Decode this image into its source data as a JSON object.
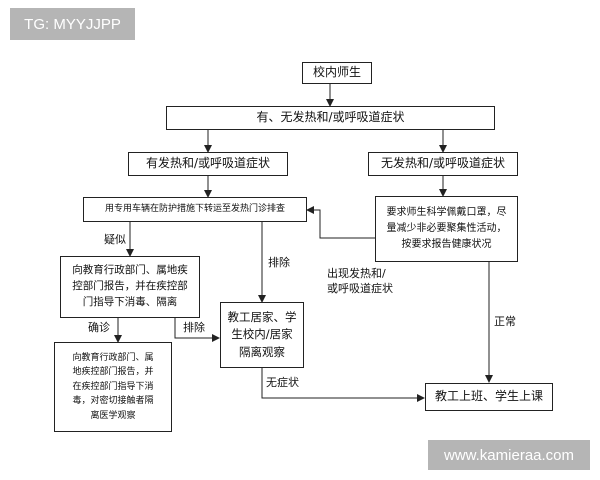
{
  "watermarks": {
    "top_left": "TG: MYYJJPP",
    "bottom_right": "www.kamieraa.com"
  },
  "nodes": {
    "root": "校内师生",
    "question": "有、无发热和/或呼吸道症状",
    "has_symptoms": "有发热和/或呼吸道症状",
    "no_symptoms": "无发热和/或呼吸道症状",
    "transport": "用专用车辆在防护措施下转运至发热门诊排查",
    "precaution_lines": [
      "要求师生科学佩戴口罩，尽",
      "量减少非必要聚集性活动，",
      "按要求报告健康状况"
    ],
    "report_suspected_lines": [
      "向教育行政部门、属地疾",
      "控部门报告，并在疾控部",
      "门指导下消毒、隔离"
    ],
    "home_isolation_lines": [
      "教工居家、学",
      "生校内/居家",
      "隔离观察"
    ],
    "report_confirmed_lines": [
      "向教育行政部门、属",
      "地疾控部门报告，并",
      "在疾控部门指导下消",
      "毒，对密切接触者隔",
      "离医学观察"
    ],
    "back_to_work": "教工上班、学生上课"
  },
  "edge_labels": {
    "suspected": "疑似",
    "excluded_1": "排除",
    "excluded_2": "排除",
    "confirmed": "确诊",
    "symptoms_appear_lines": [
      "出现发热和/",
      "或呼吸道症状"
    ],
    "normal": "正常",
    "asymptomatic": "无症状"
  }
}
